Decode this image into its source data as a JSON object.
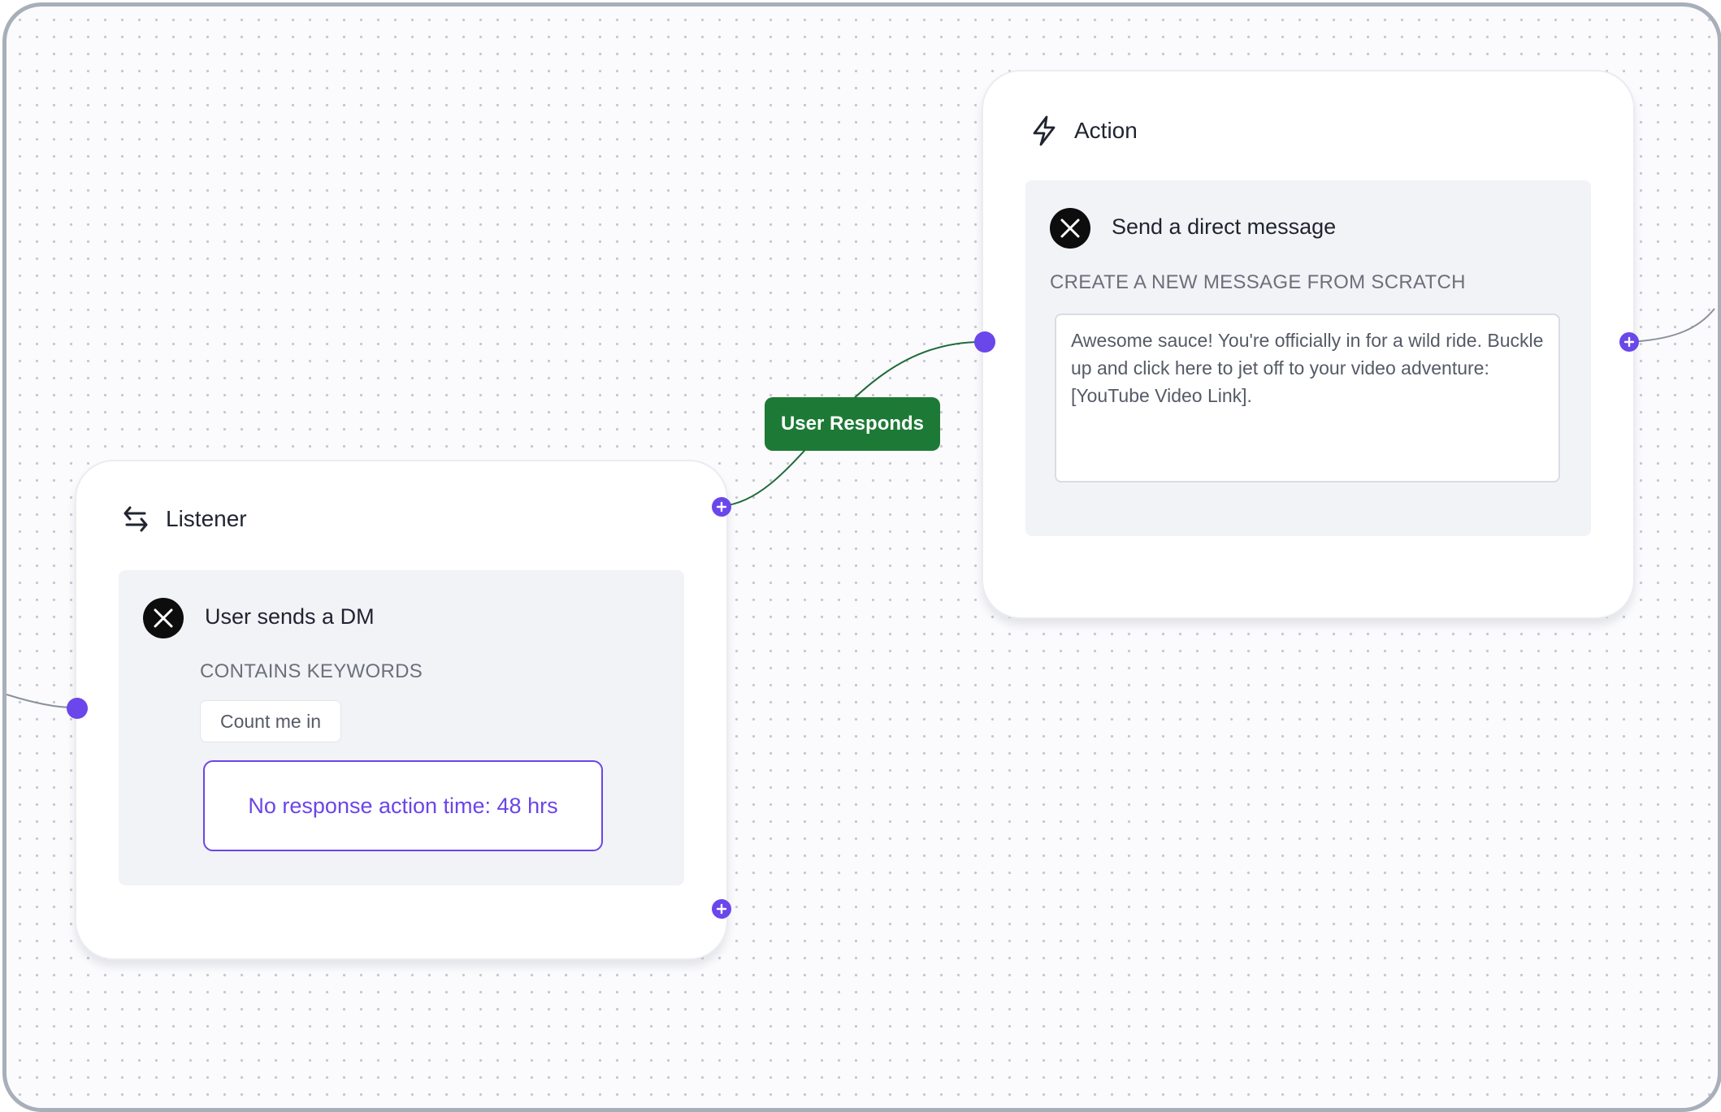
{
  "colors": {
    "accent": "#6a47ea",
    "edge_label_bg": "#1d7a36",
    "edge_line": "#1f6b3a",
    "frame_border": "#a8afbb"
  },
  "listener_node": {
    "title": "Listener",
    "icon": "swap-arrows-icon",
    "trigger": {
      "platform_icon": "x-logo-icon",
      "title": "User sends a DM",
      "condition_label": "CONTAINS KEYWORDS",
      "keyword": "Count me in",
      "no_response_button": "No response action time: 48 hrs"
    }
  },
  "action_node": {
    "title": "Action",
    "icon": "lightning-bolt-icon",
    "step": {
      "platform_icon": "x-logo-icon",
      "title": "Send a direct message",
      "mode_label": "CREATE A NEW MESSAGE FROM SCRATCH",
      "message": "Awesome sauce! You're officially in for a wild ride. Buckle up and click here to jet off to your video adventure: [YouTube Video Link]."
    }
  },
  "edge": {
    "label": "User Responds"
  }
}
